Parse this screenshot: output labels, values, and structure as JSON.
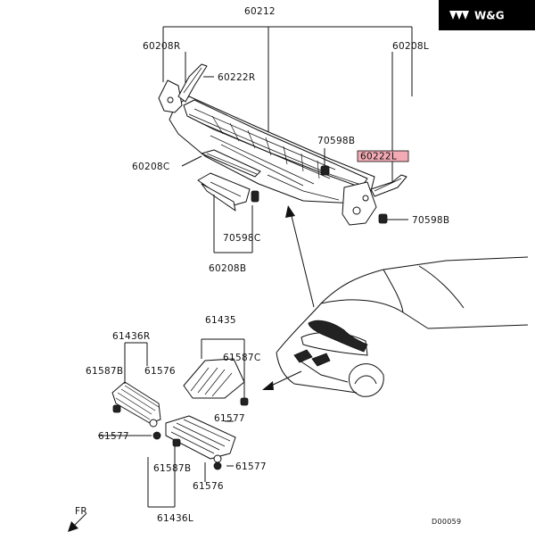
{
  "brand": {
    "text": "W&G",
    "bg_color": "#000000",
    "fg_color": "#ffffff"
  },
  "highlight_color": "#f2aab4",
  "labels": {
    "assembly": "60212",
    "bracket_r": "60208R",
    "bracket_l": "60208L",
    "seal_r": "60222R",
    "seal_l": "60222L",
    "clip_upper": "70598B",
    "clip_right": "70598B",
    "bracket_c": "60208C",
    "clip_center": "70598C",
    "bracket_b": "60208B",
    "vent_center": "61435",
    "vent_right": "61436R",
    "clip_c": "61587C",
    "clip_b_upper": "61587B",
    "clip_b_lower": "61587B",
    "nut_upper_left": "61576",
    "nut_lower": "61576",
    "screw_mid": "61577",
    "screw_left": "61577",
    "screw_lower": "61577",
    "vent_left": "61436L",
    "front": "FR",
    "diagram_code": "D00059"
  }
}
